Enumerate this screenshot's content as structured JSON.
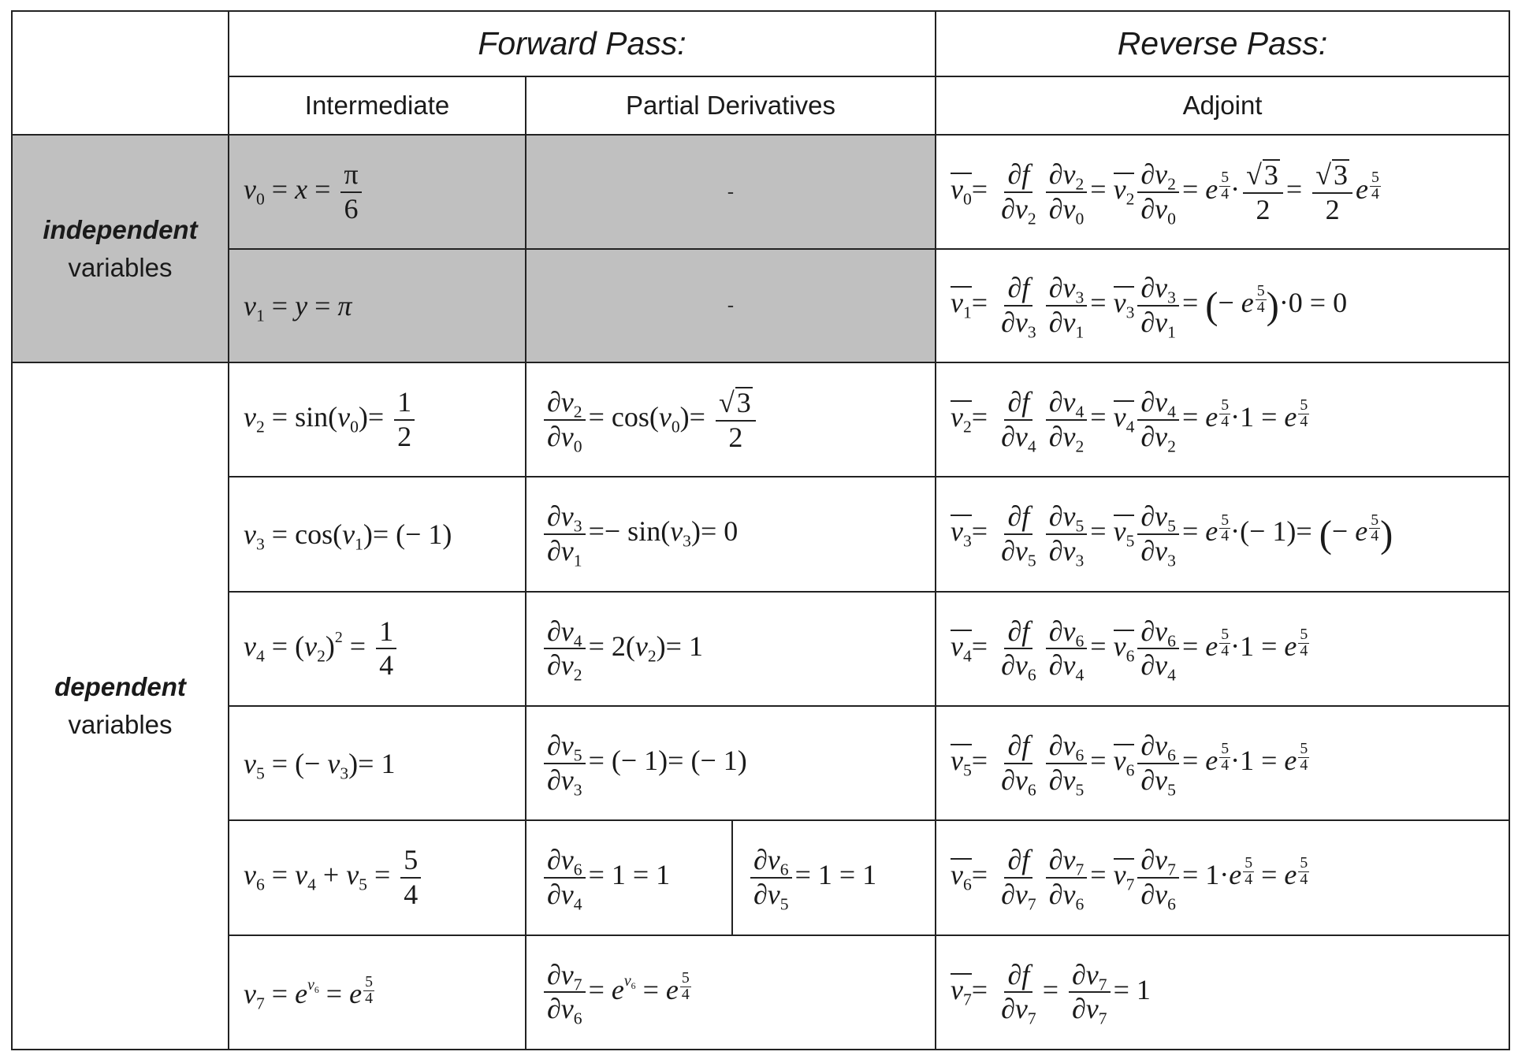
{
  "headers": {
    "forward_pass": "Forward Pass:",
    "reverse_pass": "Reverse Pass:",
    "intermediate": "Intermediate",
    "partial_derivatives": "Partial Derivatives",
    "adjoint": "Adjoint"
  },
  "categories": {
    "independent_em": "independent",
    "independent_label": "variables",
    "dependent_em": "dependent",
    "dependent_label": "variables"
  },
  "partials_independent": [
    "-",
    "-"
  ],
  "colors": {
    "shade": "#c0c0c0",
    "border": "#222222"
  }
}
